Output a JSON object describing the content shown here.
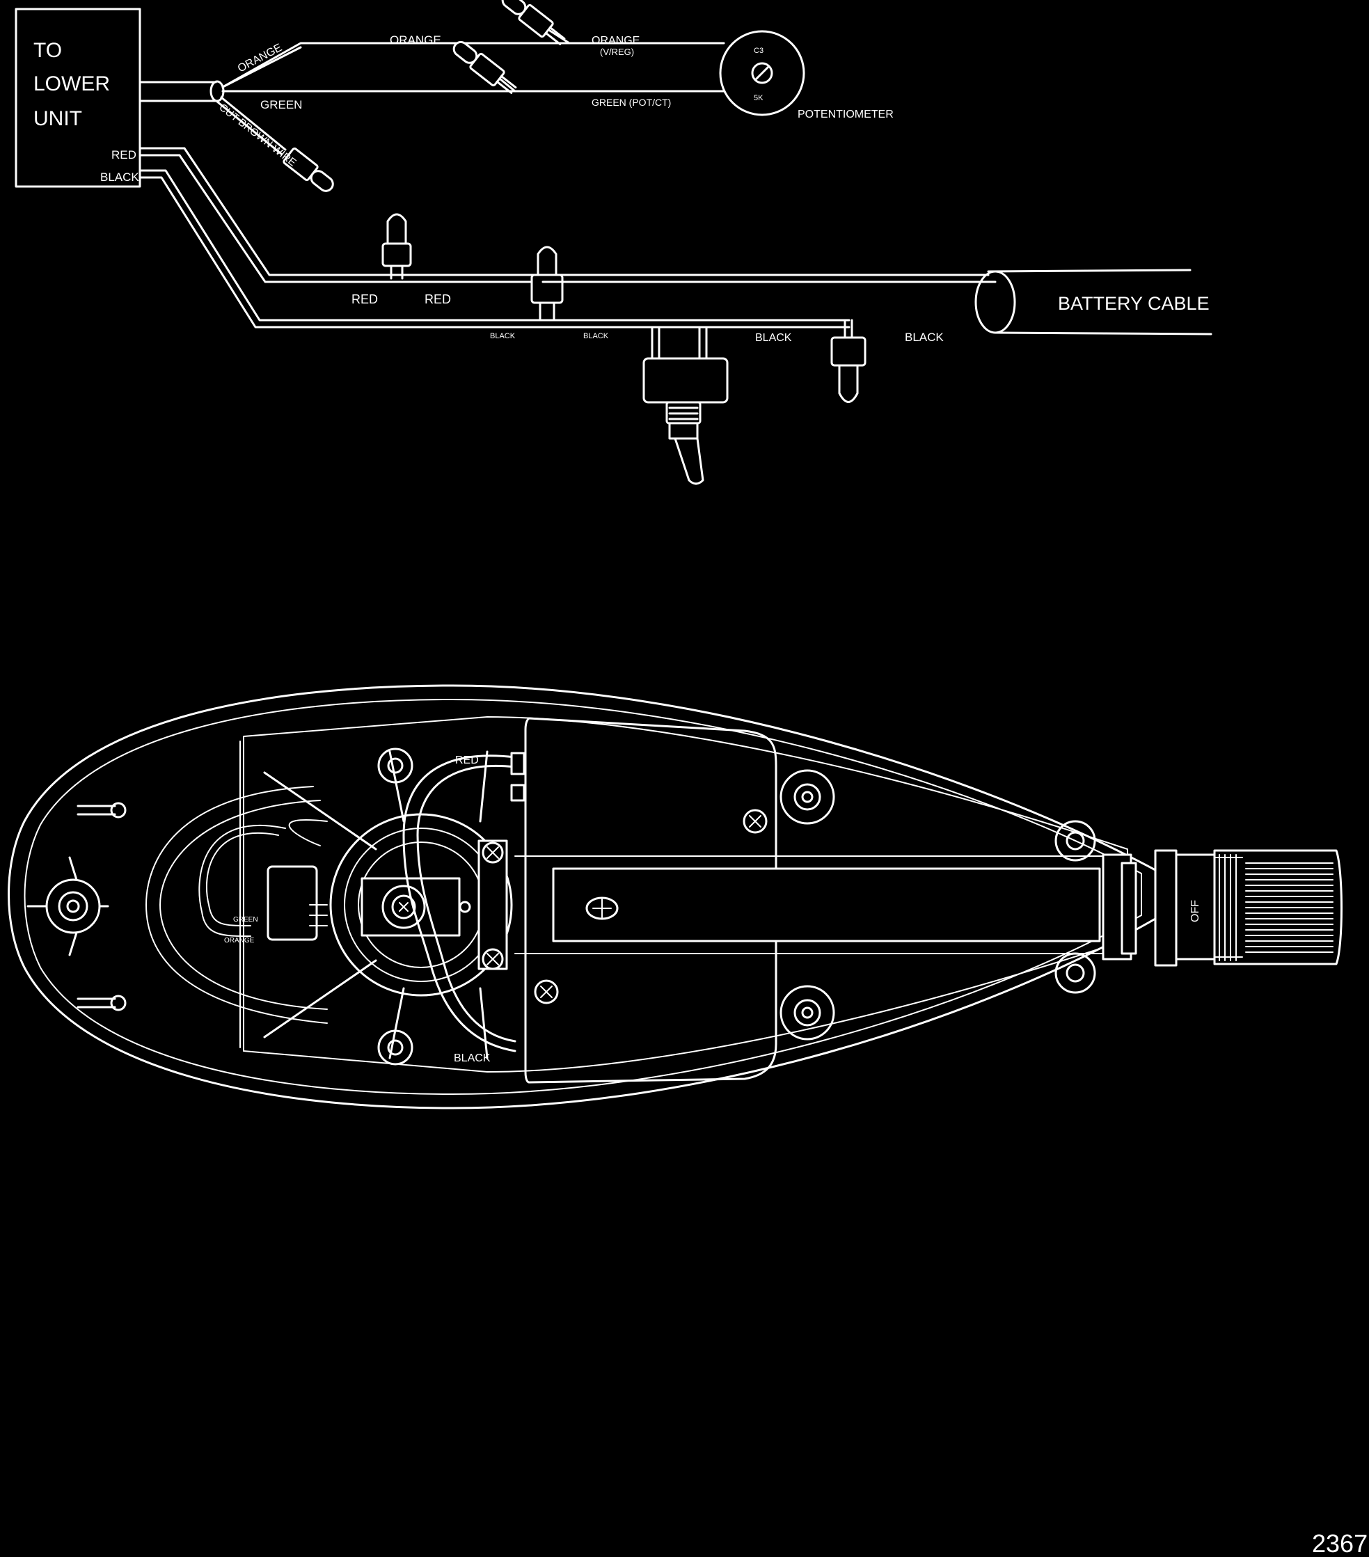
{
  "colors": {
    "background": "#000000",
    "line": "#ffffff"
  },
  "wiring": {
    "lower_unit_box": {
      "line1": "TO",
      "line2": "LOWER",
      "line3": "UNIT"
    },
    "box_wire_labels": {
      "red": "RED",
      "black": "BLACK"
    },
    "orange_left": "ORANGE",
    "orange_mid": "ORANGE",
    "orange_right": "ORANGE",
    "orange_right_sub": "(V/REG)",
    "green_left": "GREEN",
    "green_right": "GREEN (POT/CT)",
    "cut_brown_wire": "CUT BROWN WIRE",
    "potentiometer": {
      "label": "POTENTIOMETER",
      "top_mark": "C3",
      "bottom_mark": "5K"
    },
    "red_a": "RED",
    "red_b": "RED",
    "black_a": "BLACK",
    "black_b": "BLACK",
    "black_c": "BLACK",
    "black_d": "BLACK",
    "battery_cable": "BATTERY CABLE"
  },
  "assembly": {
    "red_label": "RED",
    "black_label": "BLACK",
    "green_label": "GREEN",
    "orange_label": "ORANGE",
    "off_label": "OFF"
  },
  "figure_number": "2367"
}
